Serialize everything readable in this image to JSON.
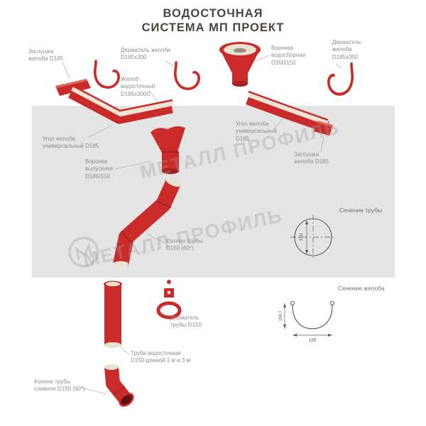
{
  "title": {
    "line1": "ВОДОСТОЧНАЯ",
    "line2": "СИСТЕМА МП ПРОЕКТ"
  },
  "watermark": "МЕТАЛЛ ПРОФИЛЬ",
  "labels": {
    "end_cap_left": "Заглушка\nжелоба D185",
    "gutter_bracket_300": "Держатель желоба\nD185х300",
    "collector_funnel": "Воронка\nводосборная\nD350/150",
    "gutter_bracket_350": "Держатель\nжелоба\nD185х350",
    "gutter": "Желоб\nводосточный\nD185х3000",
    "gutter_corner_left": "Угол желоба\nуниверсальный D185",
    "gutter_corner_right": "Угол желоба\nуниверсальный\nD185",
    "end_cap_right": "Заглушка\nжелоба D185",
    "outlet_funnel": "Воронка\nвыпускная\nD185/150",
    "pipe_elbow": "Колено трубы\nD150 (60°)",
    "pipe_bracket": "Держатель\nтрубы D150",
    "pipe": "Труба водосточная\nD150 длиной 1 м и 3 м",
    "drain_elbow": "Колено трубы\nсливное D150 (60°)"
  },
  "sections": {
    "pipe_section": {
      "title": "Сечение трубы",
      "diameter": "150"
    },
    "gutter_section": {
      "title": "Сечение желоба",
      "height": "104.7",
      "width": "185"
    }
  },
  "colors": {
    "brand_red": "#cb2b28",
    "dark_red": "#a32220",
    "cream_inner": "#ece5d6",
    "band_gray": "#e4e4e4",
    "label_gray": "#8f8f8f",
    "title_gray": "#4c4540"
  }
}
